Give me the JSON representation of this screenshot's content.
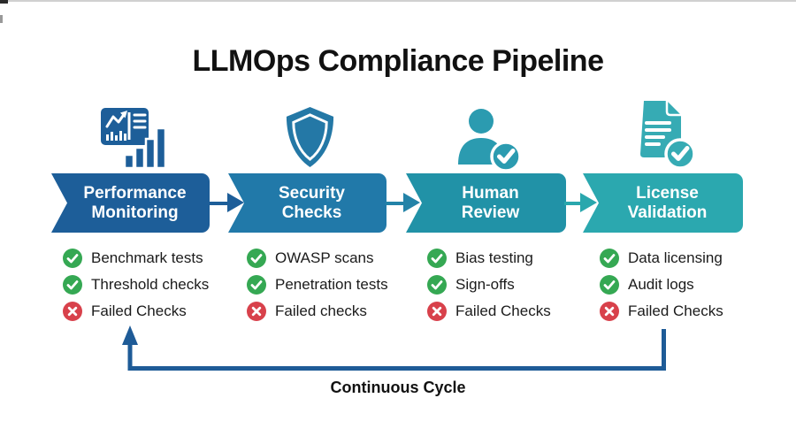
{
  "title": "LLMOps Compliance Pipeline",
  "colors": {
    "stage1": "#1d5e99",
    "stage2": "#2179a9",
    "stage3": "#2192a7",
    "stage4": "#2ba8af",
    "icon1": "#1d5e99",
    "icon2": "#2478a6",
    "icon3": "#2b9bb0",
    "icon4": "#36abb4",
    "connector1": "#1d5e99",
    "connector2": "#2383a8",
    "connector3": "#2aa7ad",
    "check_green": "#35a853",
    "fail_red": "#d8414b",
    "cycle_arrow": "#1e5b97",
    "title_text": "#111111"
  },
  "stages": [
    {
      "icon": "dashboard-chart-icon",
      "title_line1": "Performance",
      "title_line2": "Monitoring",
      "items": [
        {
          "label": "Benchmark tests",
          "status": "pass"
        },
        {
          "label": "Threshold checks",
          "status": "pass"
        },
        {
          "label": "Failed Checks",
          "status": "fail"
        }
      ]
    },
    {
      "icon": "shield-icon",
      "title_line1": "Security",
      "title_line2": "Checks",
      "items": [
        {
          "label": "OWASP scans",
          "status": "pass"
        },
        {
          "label": "Penetration tests",
          "status": "pass"
        },
        {
          "label": "Failed checks",
          "status": "fail"
        }
      ]
    },
    {
      "icon": "person-check-icon",
      "title_line1": "Human",
      "title_line2": "Review",
      "items": [
        {
          "label": "Bias testing",
          "status": "pass"
        },
        {
          "label": "Sign-offs",
          "status": "pass"
        },
        {
          "label": "Failed Checks",
          "status": "fail"
        }
      ]
    },
    {
      "icon": "document-check-icon",
      "title_line1": "License",
      "title_line2": "Validation",
      "items": [
        {
          "label": "Data licensing",
          "status": "pass"
        },
        {
          "label": "Audit logs",
          "status": "pass"
        },
        {
          "label": "Failed Checks",
          "status": "fail"
        }
      ]
    }
  ],
  "footer": {
    "cycle_label": "Continuous Cycle"
  }
}
